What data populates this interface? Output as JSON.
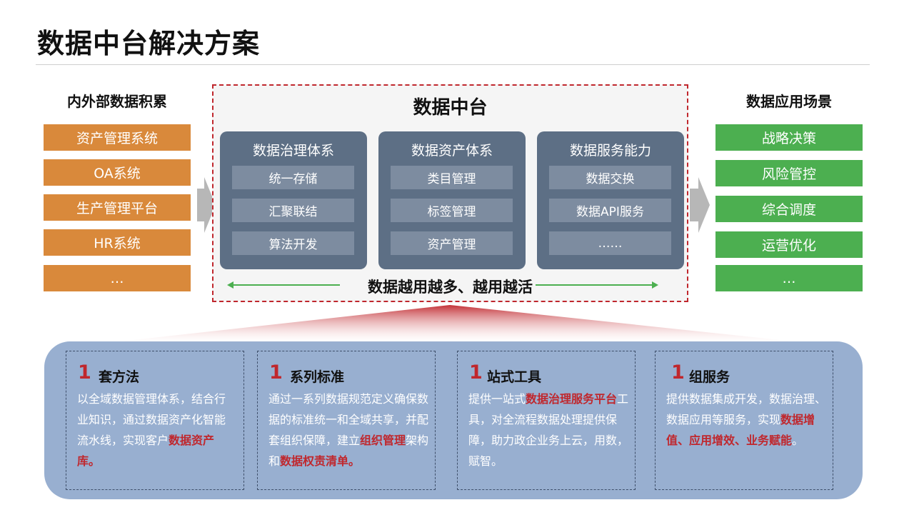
{
  "page": {
    "title": "数据中台解决方案"
  },
  "left": {
    "heading": "内外部数据积累",
    "items": [
      "资产管理系统",
      "OA系统",
      "生产管理平台",
      "HR系统",
      "…"
    ]
  },
  "center": {
    "title": "数据中台",
    "pillars": [
      {
        "title": "数据治理体系",
        "items": [
          "统一存储",
          "汇聚联结",
          "算法开发"
        ]
      },
      {
        "title": "数据资产体系",
        "items": [
          "类目管理",
          "标签管理",
          "资产管理"
        ]
      },
      {
        "title": "数据服务能力",
        "items": [
          "数据交换",
          "数据API服务",
          "……"
        ]
      }
    ],
    "slogan": "数据越用越多、越用越活"
  },
  "right": {
    "heading": "数据应用场景",
    "items": [
      "战略决策",
      "风险管控",
      "综合调度",
      "运营优化",
      "…"
    ]
  },
  "cards": [
    {
      "num": "1",
      "title": "套方法",
      "lines": [
        [
          {
            "t": "以全域数据管理体系，结合行"
          }
        ],
        [
          {
            "t": "业知识，通过数据资产化智能"
          }
        ],
        [
          {
            "t": "流水线，实现客户"
          },
          {
            "t": "数据资产",
            "hl": true
          }
        ],
        [
          {
            "t": "库。",
            "hl": true
          }
        ]
      ]
    },
    {
      "num": "1",
      "title": "系列标准",
      "lines": [
        [
          {
            "t": "通过一系列数据规范定义确保数"
          }
        ],
        [
          {
            "t": "据的标准统一和全域共享，并配"
          }
        ],
        [
          {
            "t": "套组织保障，建立"
          },
          {
            "t": "组织管理",
            "hl": true
          },
          {
            "t": "架构"
          }
        ],
        [
          {
            "t": "和"
          },
          {
            "t": "数据权责清单。",
            "hl": true
          }
        ]
      ]
    },
    {
      "num": "1",
      "title": "站式工具",
      "lines": [
        [
          {
            "t": "提供一站式"
          },
          {
            "t": "数据治理服务平台",
            "hl": true
          },
          {
            "t": "工"
          }
        ],
        [
          {
            "t": "具，对全流程数据处理提供保"
          }
        ],
        [
          {
            "t": "障，助力政企业务上云，用数，"
          }
        ],
        [
          {
            "t": "赋智。"
          }
        ]
      ]
    },
    {
      "num": "1",
      "title": "组服务",
      "lines": [
        [
          {
            "t": "提供数据集成开发，数据治理、"
          }
        ],
        [
          {
            "t": "数据应用等服务，实现"
          },
          {
            "t": "数据增",
            "hl": true
          }
        ],
        [
          {
            "t": "值、应用增效、业务赋能",
            "hl": true
          },
          {
            "t": "。"
          }
        ]
      ]
    }
  ],
  "colors": {
    "orange": "#d9893b",
    "green": "#4caf50",
    "slate": "#5d6f85",
    "red": "#c0272d",
    "panel": "#98afd0"
  }
}
